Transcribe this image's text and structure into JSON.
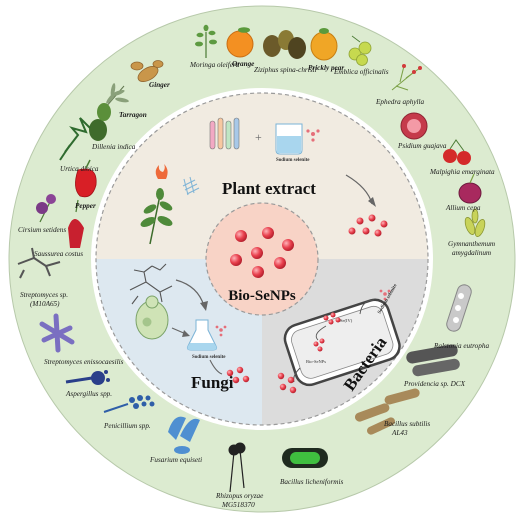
{
  "center": {
    "label": "Bio-SeNPs"
  },
  "sectors": {
    "plant": {
      "title": "Plant extract",
      "reagent": "Sodium selenite"
    },
    "fungi": {
      "title": "Fungi",
      "reagent": "Sodium selenite"
    },
    "bacteria": {
      "title": "Bacteria",
      "reagent": "Sodium selenite",
      "cell_text_1": "Se(IV)",
      "cell_text_2": "Bio-SeNPs"
    }
  },
  "outer_ring": {
    "plants": [
      "Moringa oleifera",
      "Orange",
      "Ziziphus spina-christi",
      "Prickly pear",
      "Emblica officinalis",
      "Ephedra aphylla",
      "Psidium guajava",
      "Malpighia emarginata",
      "Allium cepa",
      "Gymnanthemum amygdalinum",
      "Ginger",
      "Tarragon",
      "Dillenia indica",
      "Urtica dioica",
      "Pepper",
      "Cirsium setidens",
      "Saussurea costus"
    ],
    "fungi": [
      "Streptomyces sp. (M10A65)",
      "Streptomyces enissocaesilis",
      "Aspergillus spp.",
      "Penicillium spp.",
      "Fusarium equiseti",
      "Rhizopus oryzae MG518370"
    ],
    "bacteria": [
      "Ralstonia eutropha",
      "Providencia sp. DCX",
      "Bacillus subtilis AL43",
      "Bacillus licheniformis"
    ]
  },
  "colors": {
    "outer_ring": "#dcebd0",
    "plant_sector": "#f1ebe1",
    "fungi_sector": "#dde8f0",
    "bacteria_sector": "#dcdcdc",
    "center": "#f8d3c6",
    "nanoparticle": "#e8404d"
  }
}
